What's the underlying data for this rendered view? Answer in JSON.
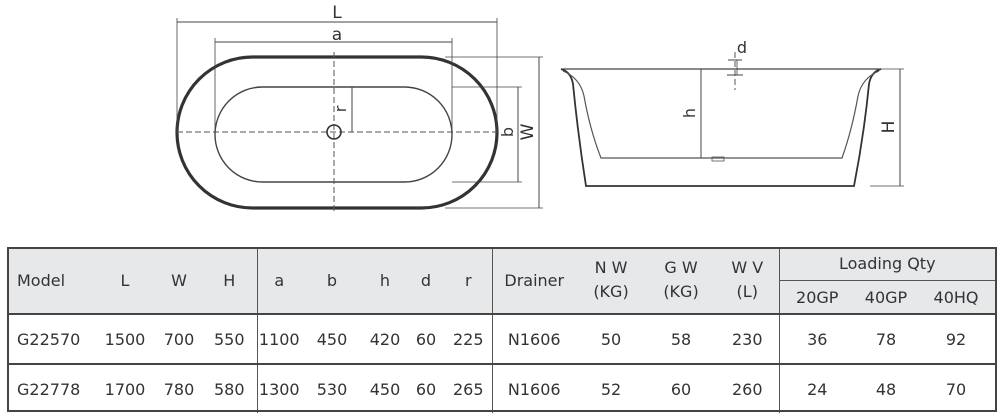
{
  "drawing": {
    "top_view": {
      "labels": {
        "L": "L",
        "a": "a",
        "b": "b",
        "W": "W",
        "r": "r"
      }
    },
    "side_view": {
      "labels": {
        "d": "d",
        "h": "h",
        "H": "H"
      }
    }
  },
  "table": {
    "headers": {
      "model": "Model",
      "L": "L",
      "W": "W",
      "H": "H",
      "a": "a",
      "b": "b",
      "h": "h",
      "d": "d",
      "r": "r",
      "drainer": "Drainer",
      "nw_line1": "N W",
      "nw_line2": "(KG)",
      "gw_line1": "G W",
      "gw_line2": "(KG)",
      "wv_line1": "W V",
      "wv_line2": "(L)",
      "loading_qty": "Loading Qty",
      "q20": "20GP",
      "q40": "40GP",
      "q40hq": "40HQ"
    },
    "rows": [
      {
        "model": "G22570",
        "L": "1500",
        "W": "700",
        "H": "550",
        "a": "1100",
        "b": "450",
        "h": "420",
        "d": "60",
        "r": "225",
        "drainer": "N1606",
        "nw": "50",
        "gw": "58",
        "wv": "230",
        "q20": "36",
        "q40": "78",
        "q40hq": "92"
      },
      {
        "model": "G22778",
        "L": "1700",
        "W": "780",
        "H": "580",
        "a": "1300",
        "b": "530",
        "h": "450",
        "d": "60",
        "r": "265",
        "drainer": "N1606",
        "nw": "52",
        "gw": "60",
        "wv": "260",
        "q20": "24",
        "q40": "48",
        "q40hq": "70"
      }
    ]
  }
}
